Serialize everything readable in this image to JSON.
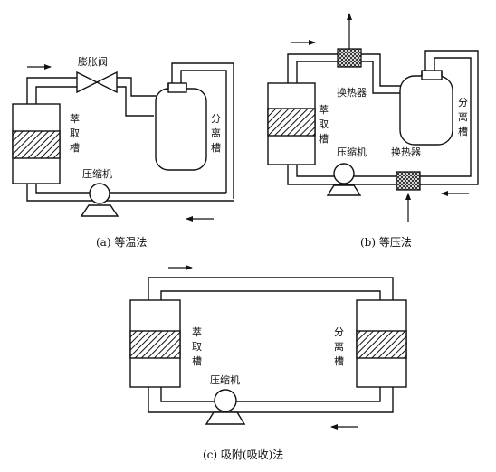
{
  "diagrams": {
    "a": {
      "caption": "(a) 等温法",
      "expansion_valve": "膨胀阀",
      "extraction_tank": [
        "萃",
        "取",
        "槽"
      ],
      "separation_tank": [
        "分",
        "离",
        "槽"
      ],
      "compressor": "压缩机"
    },
    "b": {
      "caption": "(b) 等压法",
      "heat_exchanger_top": "换热器",
      "heat_exchanger_bottom": "换热器",
      "extraction_tank": [
        "萃",
        "取",
        "槽"
      ],
      "separation_tank": [
        "分",
        "离",
        "槽"
      ],
      "compressor": "压缩机"
    },
    "c": {
      "caption": "(c) 吸附(吸收)法",
      "extraction_tank": [
        "萃",
        "取",
        "槽"
      ],
      "separation_tank": [
        "分",
        "离",
        "槽"
      ],
      "compressor": "压缩机"
    }
  }
}
